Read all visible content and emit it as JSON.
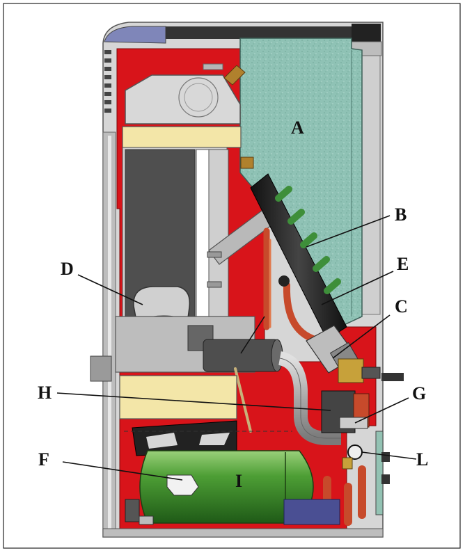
{
  "labels": {
    "A": "A",
    "B": "B",
    "C": "C",
    "D": "D",
    "E": "E",
    "F": "F",
    "G": "G",
    "H": "H",
    "I": "I",
    "L": "L"
  },
  "colors": {
    "frame": "#b9b9b9",
    "casing": "#cfcfcf",
    "red_body": "#d8141a",
    "hopper": "#8fc2b5",
    "combustion": "#555555",
    "insulation": "#f3e6a8",
    "tank": "#3f8f2e",
    "pipe": "#b3b3b3",
    "copper": "#c74a2b",
    "cap": "#7f86b9"
  }
}
